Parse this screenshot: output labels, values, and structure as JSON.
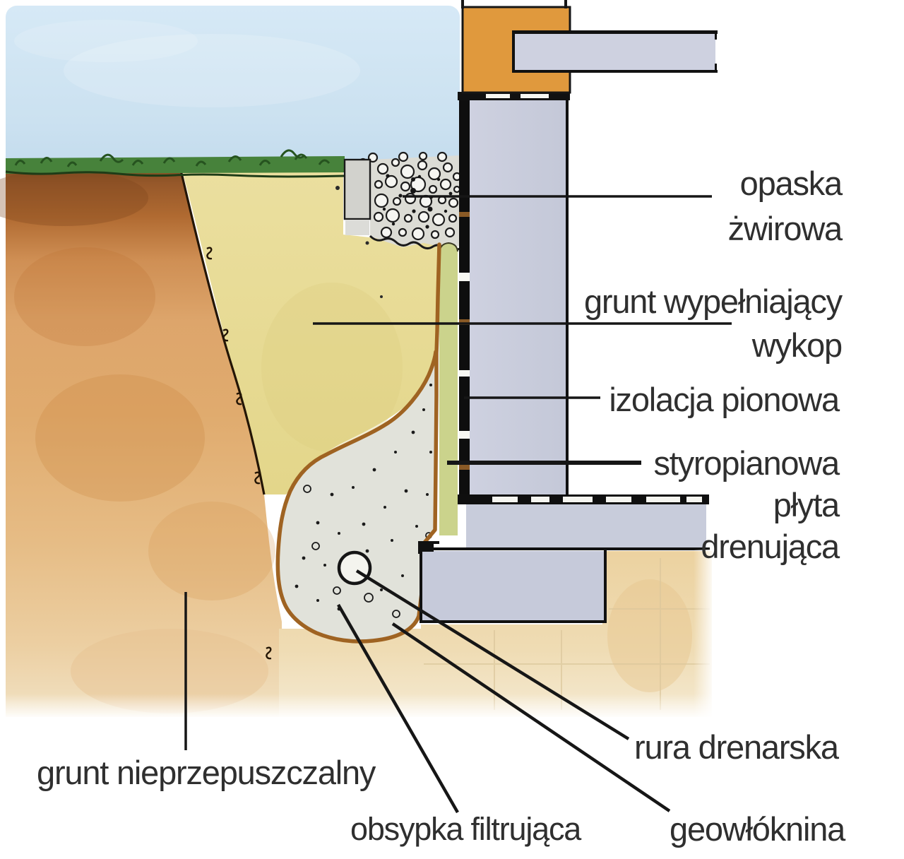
{
  "diagram_type": "construction-cross-section (foundation drainage detail, watercolor style)",
  "labels": {
    "opaska_zwirowa": "opaska\nżwirowa",
    "grunt_wypelniajacy_wykop": "grunt wypełniający\nwykop",
    "izolacja_pionowa": "izolacja pionowa",
    "styropianowa_plyta_drenujaca": "styropianowa\npłyta\ndrenująca",
    "grunt_nieprzepuszczalny": "grunt nieprzepuszczalny",
    "rura_drenarska": "rura drenarska",
    "obsypka_filtrujaca": "obsypka filtrująca",
    "geowloknina": "geowłóknina"
  },
  "colors": {
    "sky": "#cfe3f2",
    "grass": "#47823b",
    "topsoil_dark": "#8a5227",
    "soil_orange": "#dda366",
    "excavation_fill_yellow": "#e8dc9a",
    "gravel_gray": "#dcdcd5",
    "backfill_gray": "#e1e2da",
    "concrete_wall": "#c9cddc",
    "ceiling_block_orange": "#e0993d",
    "drain_plate_green": "#cbd38c",
    "geotextile_brown": "#9f6322",
    "insulation_black": "#111111",
    "underfloor_beige": "#eed5a8",
    "label_text": "#2f2f2f",
    "leader_line": "#161616"
  }
}
